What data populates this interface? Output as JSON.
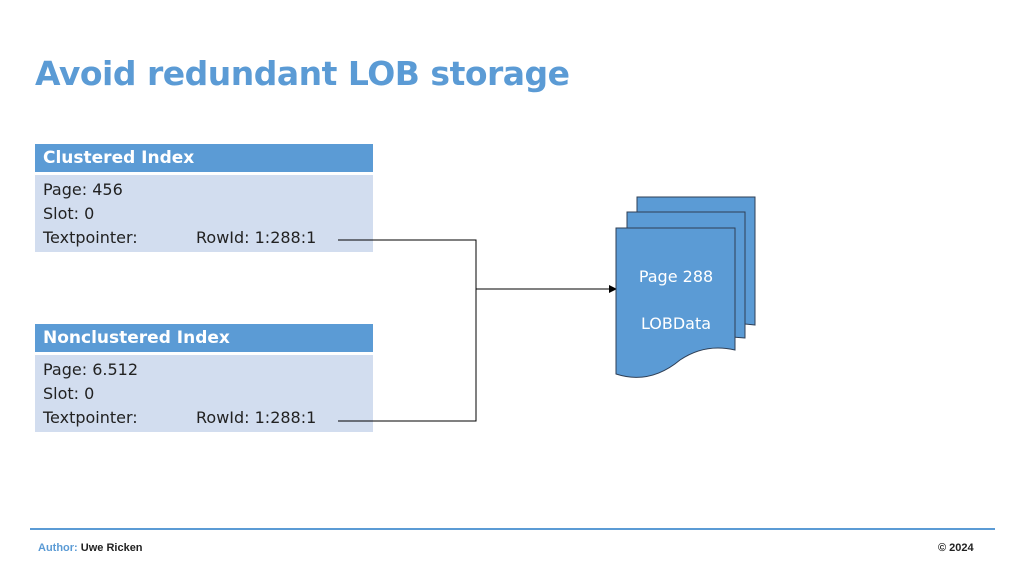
{
  "title": "Avoid redundant LOB storage",
  "clustered": {
    "header": "Clustered Index",
    "page": "Page: 456",
    "slot": "Slot: 0",
    "textpointer_label": "Textpointer:",
    "rowid": "RowId: 1:288:1"
  },
  "nonclustered": {
    "header": "Nonclustered Index",
    "page": "Page: 6.512",
    "slot": "Slot: 0",
    "textpointer_label": "Textpointer:",
    "rowid": "RowId: 1:288:1"
  },
  "lob": {
    "page_label": "Page 288",
    "data_label": "LOBData"
  },
  "footer": {
    "author_label": "Author:",
    "author_name": "Uwe Ricken",
    "copyright": "© 2024"
  },
  "colors": {
    "accent": "#5b9bd5",
    "box_body": "#d2ddef",
    "doc_stroke": "#2f3f55"
  }
}
